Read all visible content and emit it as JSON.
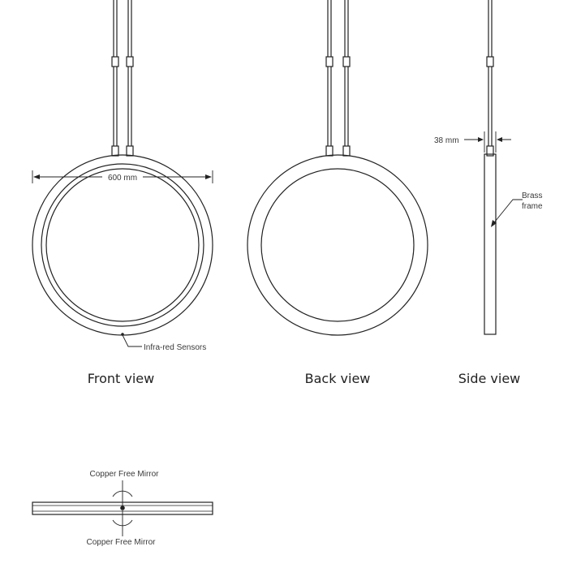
{
  "views": {
    "front": {
      "title": "Front view",
      "width_label": "600 mm",
      "sensor_label": "Infra-red Sensors"
    },
    "back": {
      "title": "Back view"
    },
    "side": {
      "title": "Side view",
      "depth_label": "38 mm",
      "frame_label_line1": "Brass",
      "frame_label_line2": "frame"
    },
    "top": {
      "label_top": "Copper Free Mirror",
      "label_bottom": "Copper Free Mirror"
    }
  },
  "colors": {
    "line": "#222222",
    "text": "#3a3a3a"
  }
}
